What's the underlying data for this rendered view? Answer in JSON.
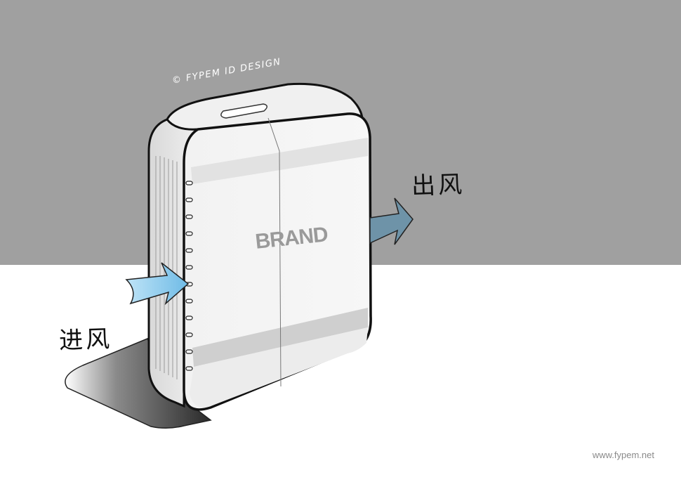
{
  "labels": {
    "air_out": "出风",
    "air_in": "进风",
    "copyright": "© FYPEM ID DESIGN",
    "brand": "BRAND",
    "website": "www.fypem.net"
  },
  "colors": {
    "backdrop": "#a0a0a0",
    "floor": "#ffffff",
    "intake_arrow": "#9fd6f2",
    "outlet_arrow": "#6e93a8",
    "outline": "#111111"
  }
}
